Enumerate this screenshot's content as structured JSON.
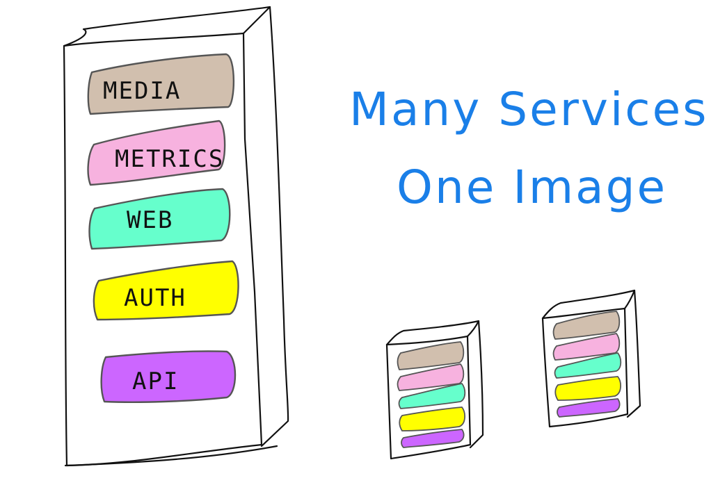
{
  "headline": {
    "line1": "Many Services",
    "line2": "One Image",
    "color": "#1a7fe8"
  },
  "big_container": {
    "services": [
      {
        "label": "MEDIA",
        "color": "#d1bfae"
      },
      {
        "label": "METRICS",
        "color": "#f7b2df"
      },
      {
        "label": "WEB",
        "color": "#66ffcc"
      },
      {
        "label": "AUTH",
        "color": "#ffff00"
      },
      {
        "label": "API",
        "color": "#cc66ff"
      }
    ]
  },
  "mini_containers": [
    {
      "stripes": [
        "#d1bfae",
        "#f7b2df",
        "#66ffcc",
        "#ffff00",
        "#cc66ff"
      ]
    },
    {
      "stripes": [
        "#d1bfae",
        "#f7b2df",
        "#66ffcc",
        "#ffff00",
        "#cc66ff"
      ]
    }
  ]
}
